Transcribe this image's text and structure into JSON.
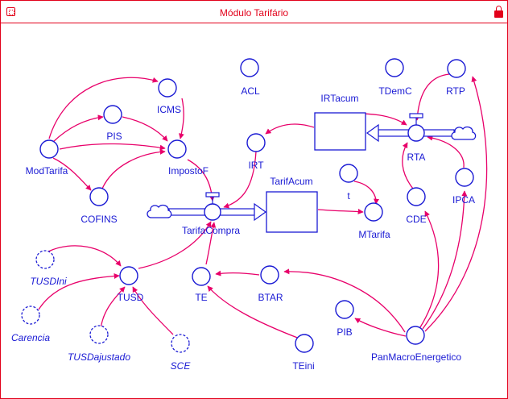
{
  "window": {
    "title": "Módulo Tarifário",
    "icon": "module-icon",
    "lock_icon": "lock-icon"
  },
  "colors": {
    "node": "#1a1ad4",
    "link": "#e8006a",
    "frame": "#e2001a"
  },
  "stocks": {
    "irtacum": "IRTacum",
    "tarifacum": "TarifAcum"
  },
  "flows": {
    "tarifacompra": "TarifaCompra",
    "rta": "RTA"
  },
  "variables": {
    "acl": "ACL",
    "tdemc": "TDemC",
    "rtp": "RTP",
    "icms": "ICMS",
    "pis": "PIS",
    "impostof": "ImpostoF",
    "modtarifa": "ModTarifa",
    "cofins": "COFINS",
    "irt": "IRT",
    "t": "t",
    "mtarifa": "MTarifa",
    "cde": "CDE",
    "ipca": "IPCA",
    "tusd": "TUSD",
    "te": "TE",
    "btar": "BTAR",
    "pib": "PIB",
    "panmacro": "PanMacroEnergetico",
    "teini": "TEini"
  },
  "shadow_variables": {
    "tusdini": "TUSDIni",
    "carencia": "Carencia",
    "tusdajustado": "TUSDajustado",
    "sce": "SCE"
  }
}
